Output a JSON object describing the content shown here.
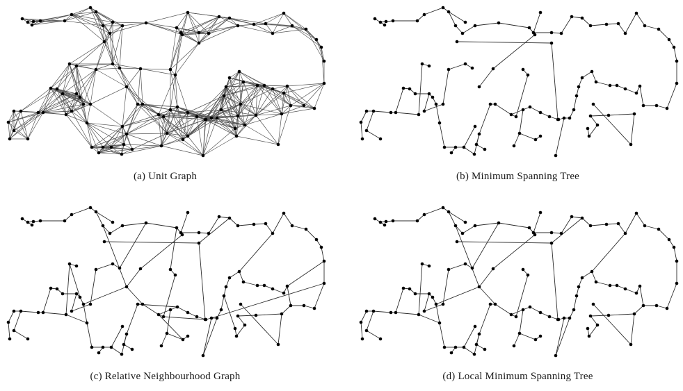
{
  "figure": {
    "panels": [
      {
        "id": "a",
        "caption": "(a)  Unit Graph"
      },
      {
        "id": "b",
        "caption": "(b)  Minimum Spanning Tree"
      },
      {
        "id": "c",
        "caption": "(c)  Relative Neighbourhood Graph"
      },
      {
        "id": "d",
        "caption": "(d)  Local Minimum Spanning Tree"
      }
    ]
  }
}
